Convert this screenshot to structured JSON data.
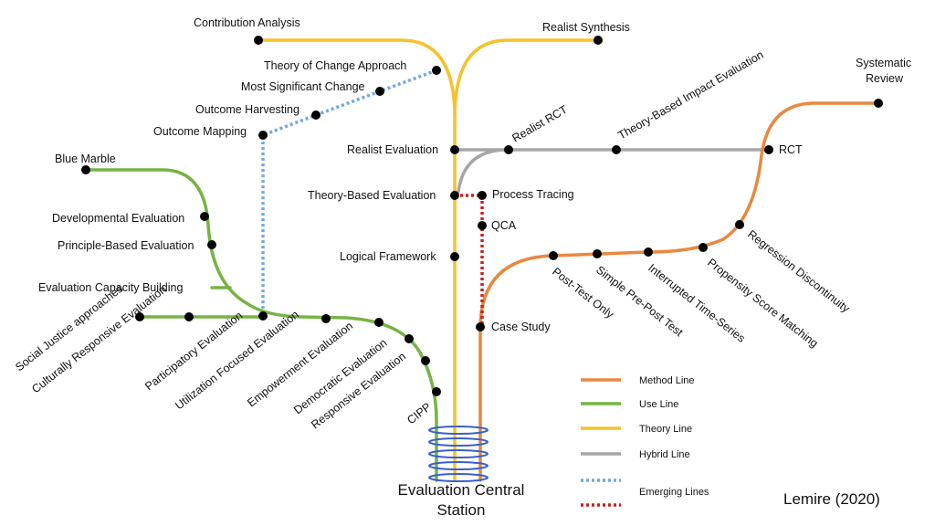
{
  "colors": {
    "method": "#e8883f",
    "use": "#76b343",
    "theory": "#f5c22c",
    "hybrid": "#a6a6a6",
    "emerging_blue": "#6fa8dc",
    "emerging_red": "#cc1f1f",
    "station": "#3a5fcd",
    "node": "#000000"
  },
  "title": {
    "line1": "Evaluation Central",
    "line2": "Station",
    "credit": "Lemire (2020)"
  },
  "legend": [
    {
      "label": "Method Line",
      "color": "#e8883f",
      "style": "solid"
    },
    {
      "label": "Use Line",
      "color": "#76b343",
      "style": "solid"
    },
    {
      "label": "Theory Line",
      "color": "#f5c22c",
      "style": "solid"
    },
    {
      "label": "Hybrid Line",
      "color": "#a6a6a6",
      "style": "solid"
    },
    {
      "label": "Emerging Lines",
      "color": "#6fa8dc",
      "style": "dotted",
      "secondary_color": "#cc1f1f"
    }
  ],
  "stations": {
    "contribution_analysis": "Contribution Analysis",
    "realist_synthesis": "Realist Synthesis",
    "theory_of_change": "Theory of Change Approach",
    "most_significant_change": "Most Significant Change",
    "outcome_harvesting": "Outcome Harvesting",
    "outcome_mapping": "Outcome Mapping",
    "realist_evaluation": "Realist Evaluation",
    "realist_rct": "Realist RCT",
    "theory_based_impact": "Theory-Based Impact Evaluation",
    "rct": "RCT",
    "systematic_review_1": "Systematic",
    "systematic_review_2": "Review",
    "theory_based_evaluation": "Theory-Based Evaluation",
    "process_tracing": "Process Tracing",
    "qca": "QCA",
    "logical_framework": "Logical Framework",
    "case_study": "Case Study",
    "post_test_only": "Post-Test Only",
    "simple_pre_post": "Simple Pre-Post Test",
    "interrupted_time_series": "Interrupted Time-Series",
    "propensity_score": "Propensity Score Matching",
    "regression_discontinuity": "Regression Discontinuity",
    "blue_marble": "Blue Marble",
    "developmental_evaluation": "Developmental Evaluation",
    "principle_based": "Principle-Based Evaluation",
    "ecb": "Evaluation Capacity Building",
    "social_justice": "Social Justice approaches",
    "culturally_responsive": "Culturally Responsive Evaluation",
    "participatory": "Participatory Evaluation",
    "utilization_focused": "Utilization Focused Evaluation",
    "empowerment": "Empowerment Evaluation",
    "democratic": "Democratic Evaluation",
    "responsive": "Responsive Evaluation",
    "cipp": "CIPP"
  }
}
